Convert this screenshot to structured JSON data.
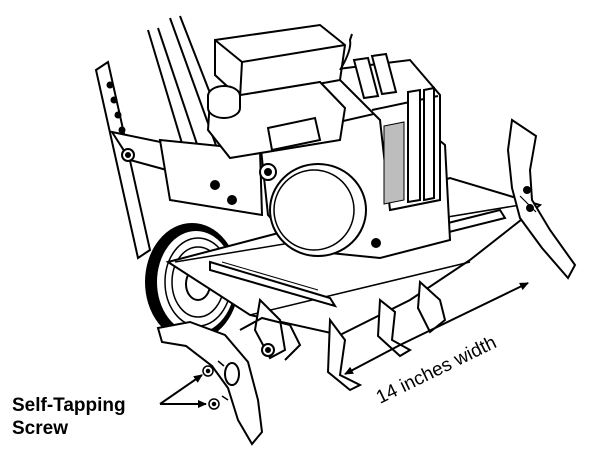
{
  "diagram": {
    "callout": {
      "line1": "Self-Tapping",
      "line2": "Screw"
    },
    "dimension": {
      "label": "14 inches width"
    }
  },
  "colors": {
    "ink": "#000000",
    "paper": "#ffffff",
    "shade": "#bdbdbd"
  }
}
